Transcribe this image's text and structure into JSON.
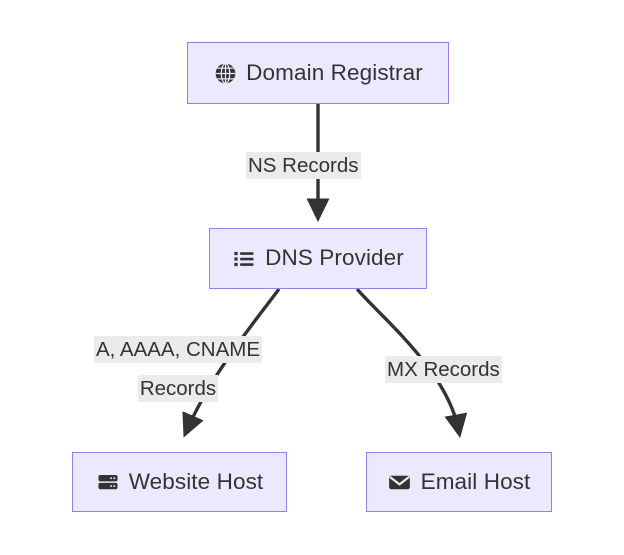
{
  "diagram": {
    "type": "flowchart",
    "direction": "top-down",
    "background": "#ffffff",
    "node_fill": "#ece8fd",
    "node_border": "#9f79e8",
    "edge_color": "#333333",
    "label_background": "#ebebeb",
    "text_color": "#333333",
    "nodes": [
      {
        "id": "registrar",
        "label": "Domain Registrar",
        "icon": "globe-icon"
      },
      {
        "id": "dns",
        "label": "DNS Provider",
        "icon": "list-icon"
      },
      {
        "id": "website",
        "label": "Website Host",
        "icon": "server-icon"
      },
      {
        "id": "email",
        "label": "Email Host",
        "icon": "envelope-icon"
      }
    ],
    "edges": [
      {
        "from": "registrar",
        "to": "dns",
        "label": "NS Records"
      },
      {
        "from": "dns",
        "to": "website",
        "label_line1": "A, AAAA, CNAME",
        "label_line2": "Records"
      },
      {
        "from": "dns",
        "to": "email",
        "label": "MX Records"
      }
    ]
  }
}
